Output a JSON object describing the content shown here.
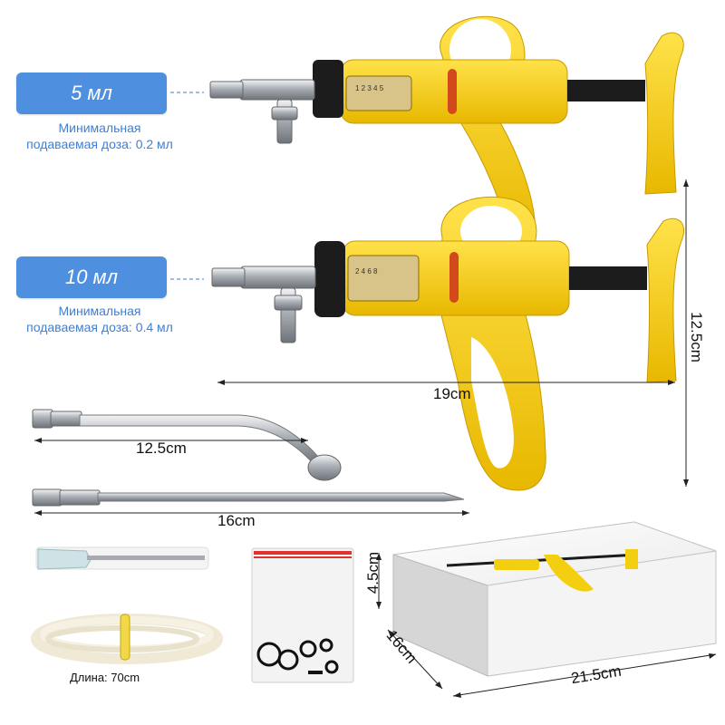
{
  "colors": {
    "pill": "#4f8fe0",
    "note_text": "#3d7fd6",
    "yellow": "#f4cf10",
    "metal": "#c8ccd2",
    "black": "#1c1c1c"
  },
  "syringe_5": {
    "label": "5 мл",
    "note_line1": "Минимальная",
    "note_line2": "подаваемая доза: 0.2 мл"
  },
  "syringe_10": {
    "label": "10 мл",
    "note_line1": "Минимальная",
    "note_line2": "подаваемая доза: 0.4 мл"
  },
  "dimensions": {
    "syringe_length": "19cm",
    "syringe_height": "12.5cm",
    "bent_needle": "12.5cm",
    "straight_needle": "16cm",
    "box_height": "4.5cm",
    "box_depth": "16cm",
    "box_width": "21.5cm"
  },
  "tube": {
    "length_label": "Длина: 70cm"
  },
  "icons": [
    "syringe-5ml-icon",
    "syringe-10ml-icon",
    "bent-needle-icon",
    "straight-needle-icon",
    "hypodermic-needle-icon",
    "silicone-tube-icon",
    "spare-parts-bag-icon",
    "product-box-icon"
  ]
}
